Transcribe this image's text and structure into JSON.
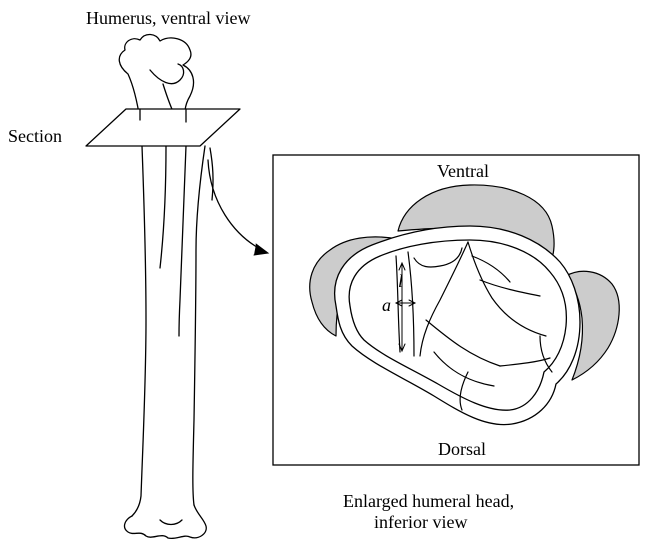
{
  "title": "Humerus, ventral view",
  "section_label": "Section",
  "inset": {
    "top_label": "Ventral",
    "bottom_label": "Dorsal",
    "length_symbol": "l",
    "width_symbol": "a"
  },
  "caption": {
    "line1": "Enlarged humeral head,",
    "line2": "inferior view"
  },
  "colors": {
    "stroke": "#000000",
    "shade": "#cccccc",
    "background": "#ffffff"
  }
}
